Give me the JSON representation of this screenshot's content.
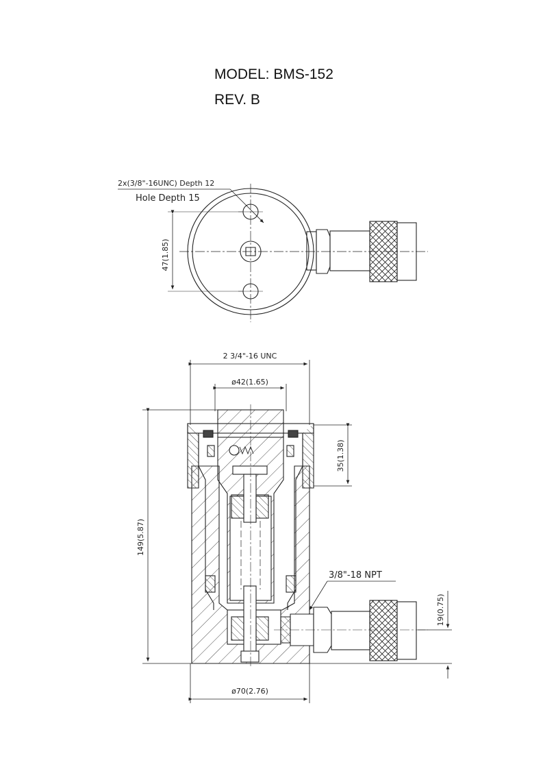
{
  "header": {
    "model": "MODEL: BMS-152",
    "revision": "REV. B"
  },
  "top_view": {
    "thread_callout": "2x(3/8\"-16UNC) Depth 12",
    "hole_callout": "Hole Depth 15",
    "hole_spacing": "47(1.85)"
  },
  "section_view": {
    "thread_size": "2 3/4\"-16 UNC",
    "plunger_diameter": "ø42(1.65)",
    "stroke_dim": "35(1.38)",
    "overall_height": "149(5.87)",
    "port_callout": "3/8\"-18 NPT",
    "port_height": "19(0.75)",
    "body_diameter": "ø70(2.76)"
  }
}
